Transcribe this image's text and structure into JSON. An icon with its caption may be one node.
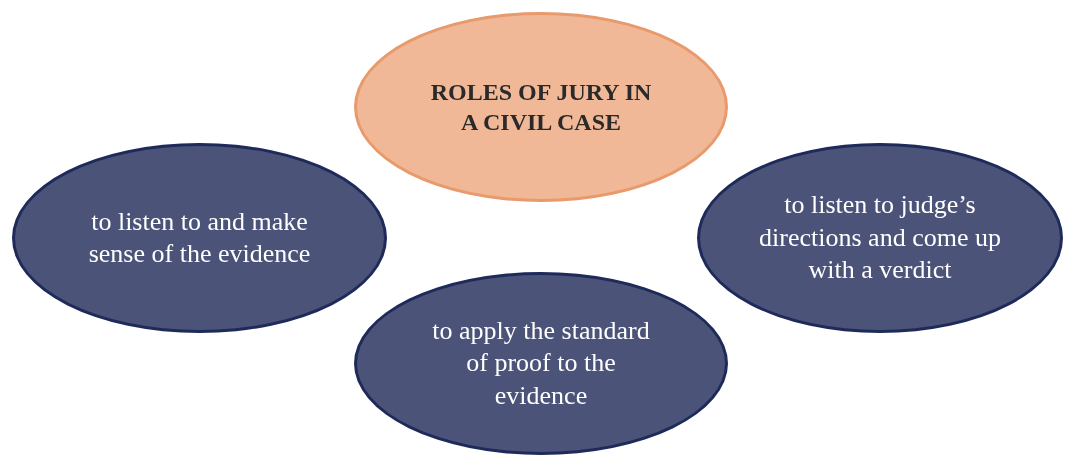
{
  "diagram": {
    "nodes": [
      {
        "text": [
          "ROLES OF JURY IN A CIVIL CASE"
        ]
      },
      {
        "text": [
          "to listen to and make sense of the evidence"
        ]
      },
      {
        "text": [
          "to listen to judge’s directions and come up with a verdict"
        ]
      },
      {
        "text": [
          "to apply the standard of proof to the evidence"
        ]
      }
    ]
  }
}
